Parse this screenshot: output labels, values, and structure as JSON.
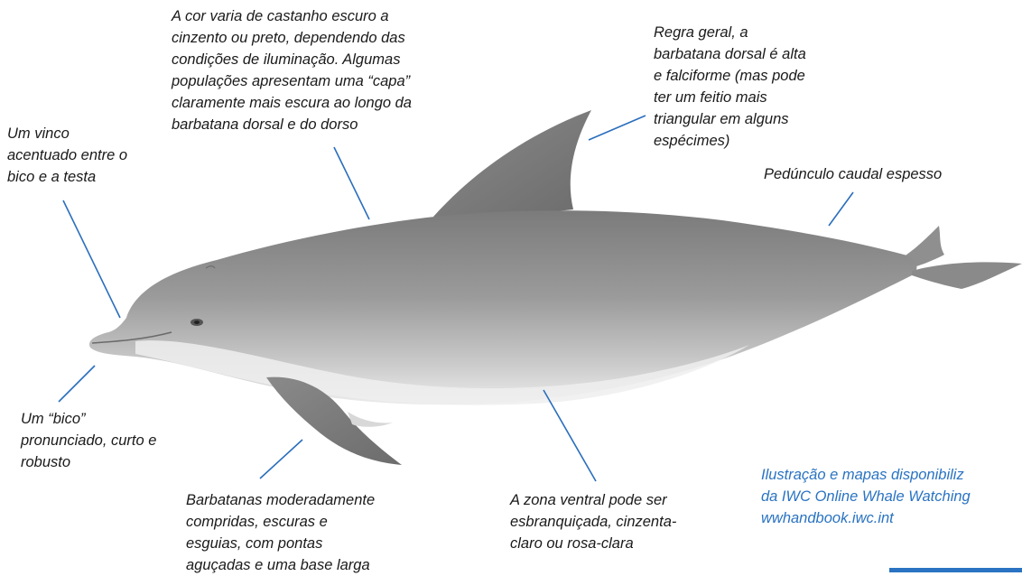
{
  "annotations": {
    "coloration": "A cor varia de castanho escuro a\ncinzento ou preto, dependendo das\ncondições de iluminação. Algumas\npopulações apresentam uma “capa”\nclaramente mais escura ao longo da\nbarbatana dorsal e do dorso",
    "dorsal_fin": "Regra geral, a\nbarbatana dorsal é alta\ne falciforme (mas pode\nter um feitio mais\ntriangular em alguns\nespécimes)",
    "crease": "Um vinco\nacentuado entre o\nbico e a testa",
    "caudal_peduncle": "Pedúnculo caudal espesso",
    "beak": "Um “bico”\npronunciado, curto e\nrobusto",
    "flippers": "Barbatanas moderadamente\ncompridas, escuras e\nesguias, com pontas\naguçadas e uma base larga",
    "ventral": "A zona ventral pode ser\nesbranquiçada, cinzenta-\nclaro ou rosa-clara"
  },
  "credit": "Ilustração e mapas disponibiliz\nda IWC Online Whale Watching\nwwhandbook.iwc.int",
  "colors": {
    "leader_line": "#2a6ebd",
    "credit_text": "#2a73c2",
    "dolphin_dark": "#7d7d7d",
    "dolphin_mid": "#9a9a9a",
    "dolphin_belly": "#e4e4e4"
  }
}
